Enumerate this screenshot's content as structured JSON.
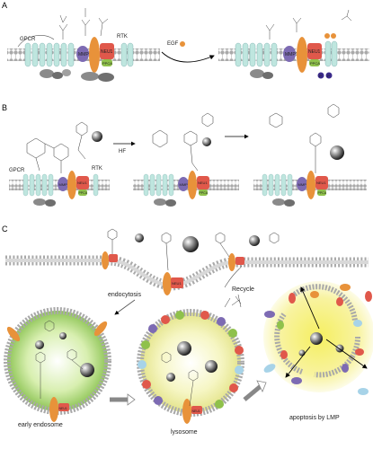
{
  "panels": {
    "a": "A",
    "b": "B",
    "c": "C"
  },
  "labels": {
    "gpcr": "GPCR",
    "rtk": "RTK",
    "egf": "EGF",
    "neu1": "NEU1",
    "mmp9": "MMP9",
    "ppca": "PPCA",
    "p": "P",
    "hf": "HF",
    "endocytosis": "endocytosis",
    "recycle": "Recycle",
    "early_endosome": "early endosome",
    "lysosome": "lysosome",
    "apoptosis": "apoptosis by LMP"
  },
  "colors": {
    "membrane_head": "#a9a9a9",
    "membrane_tail": "#cfcfcf",
    "gpcr": "#bfe6df",
    "neu1_orange": "#e8923a",
    "neu1_red": "#e0584b",
    "mmp9": "#7d6bb3",
    "ppca": "#8fc14b",
    "phospho": "#3a2a8a",
    "endosome_green": "#bde08a",
    "lysosome_yellow": "#f3f3a8",
    "apoptosis_yellow": "#f7f28a"
  }
}
